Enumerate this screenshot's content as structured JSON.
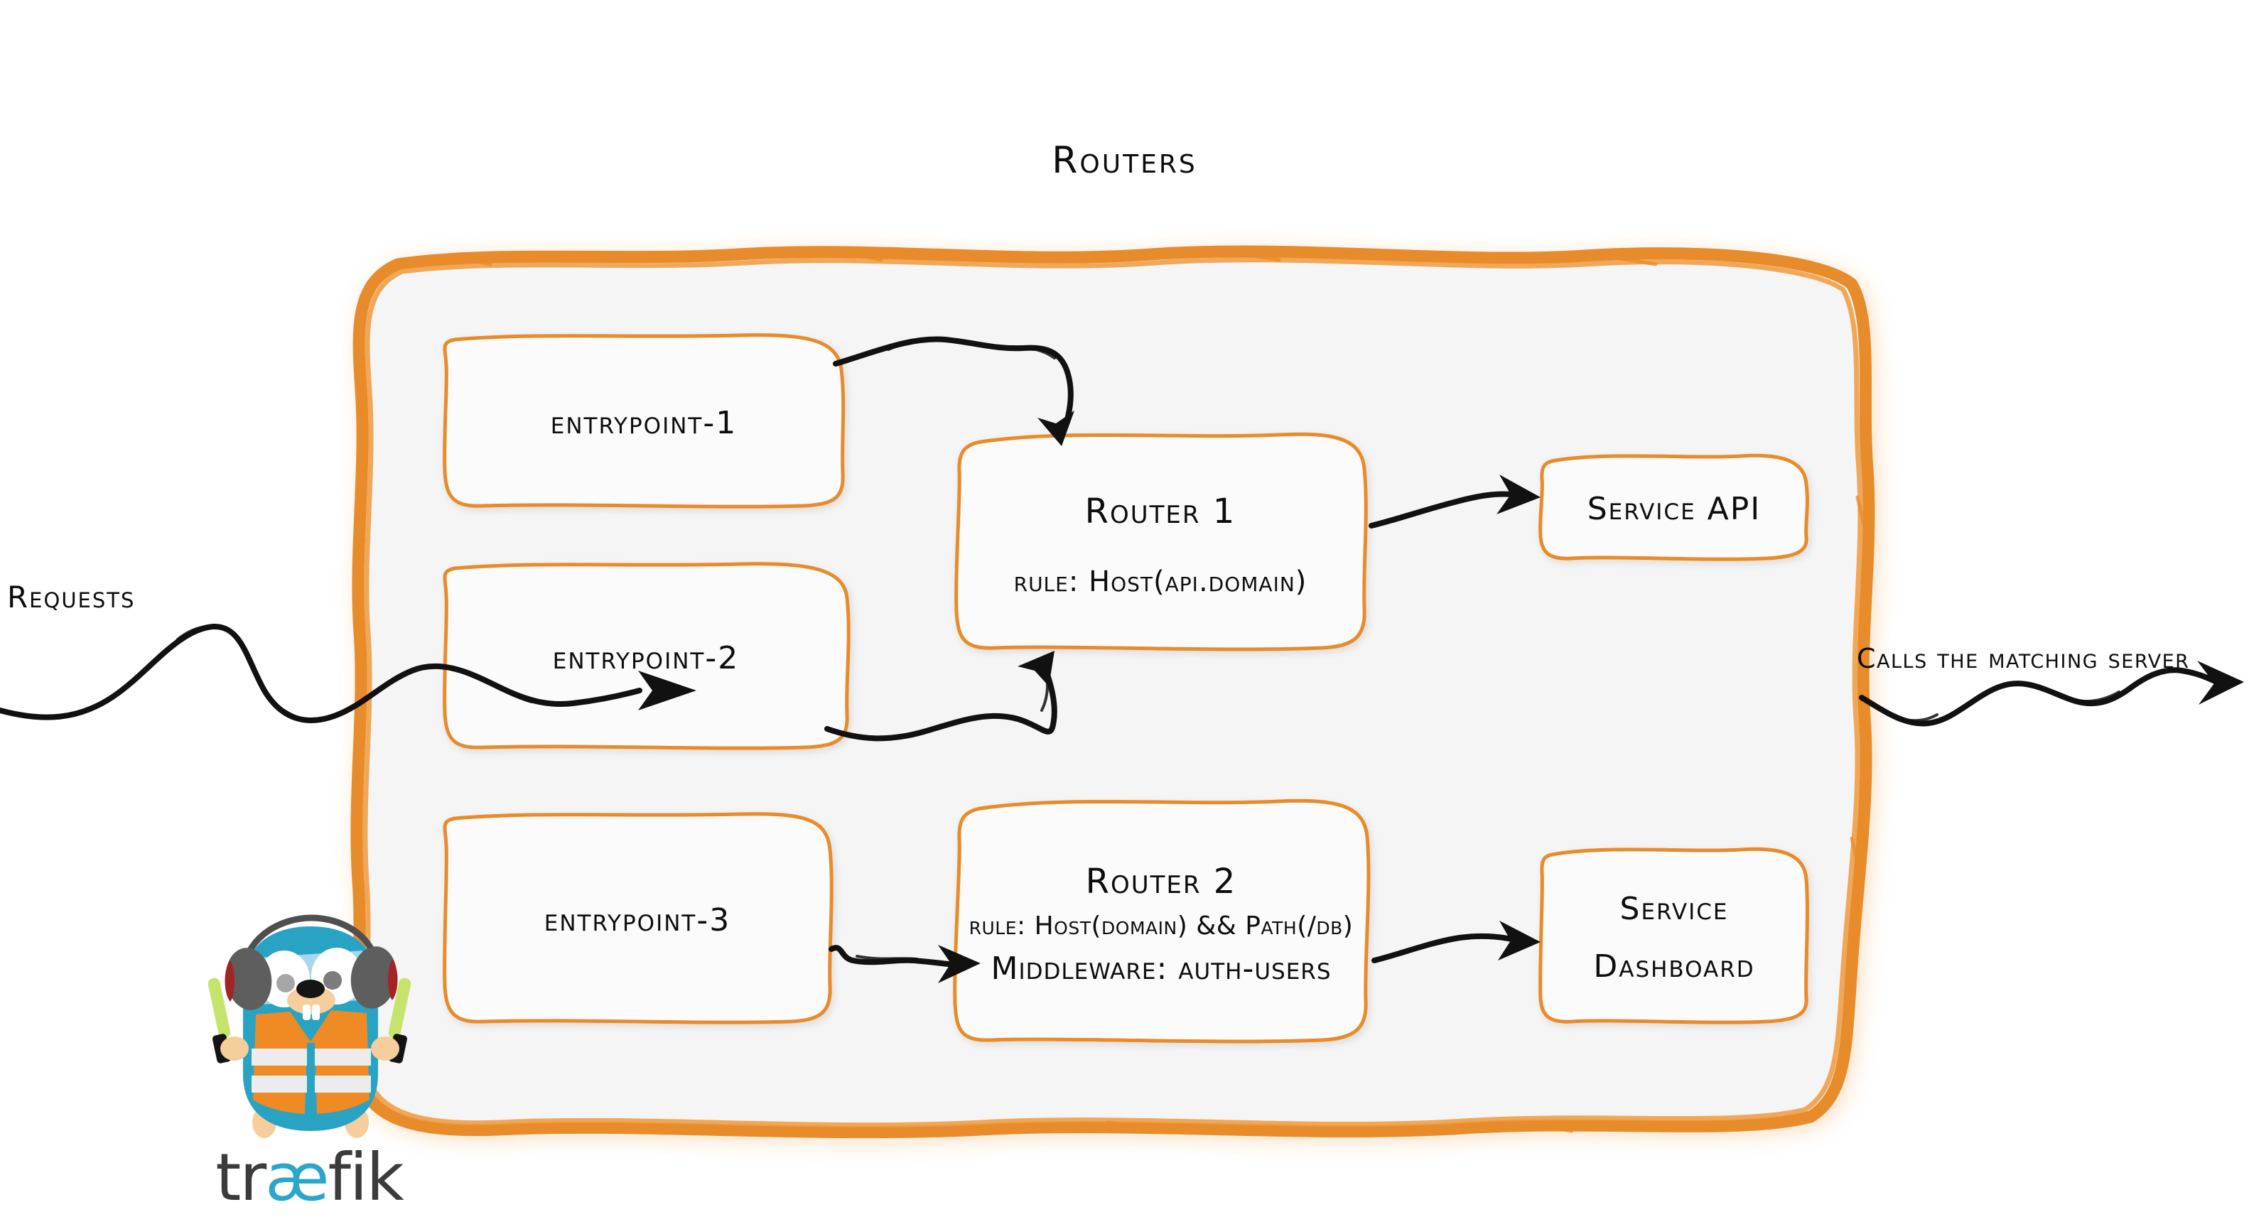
{
  "diagram": {
    "title": "Routers",
    "panel": {
      "border_color": "#E88B2A",
      "fill_color": "#F5F5F5"
    },
    "entrypoints": [
      {
        "label": "entrypoint-1"
      },
      {
        "label": "entrypoint-2"
      },
      {
        "label": "entrypoint-3"
      }
    ],
    "routers": [
      {
        "title": "Router 1",
        "rule": "rule: Host(api.domain)",
        "middleware": ""
      },
      {
        "title": "Router 2",
        "rule": "rule: Host(domain) && Path(/db)",
        "middleware": "Middleware: auth-users"
      }
    ],
    "services": [
      {
        "line1": "Service API",
        "line2": ""
      },
      {
        "line1": "Service",
        "line2": "Dashboard"
      }
    ],
    "captions": {
      "incoming": "Requests",
      "outgoing": "Calls the matching server"
    },
    "logo": {
      "wordmark_prefix": "tr",
      "wordmark_ligature": "æ",
      "wordmark_suffix": "fik",
      "body_color": "#29A3C4",
      "vest_color": "#F08A24",
      "stripe_color": "#ECECEC",
      "glowstick_color": "#C6E36B",
      "headphone_color": "#5E5E5E",
      "earcup_color": "#A32427",
      "paw_color": "#F5CE9B",
      "wordmark_color": "#3B3B3B",
      "ligature_color": "#2BA6CB"
    },
    "arrow_color": "#111111"
  }
}
